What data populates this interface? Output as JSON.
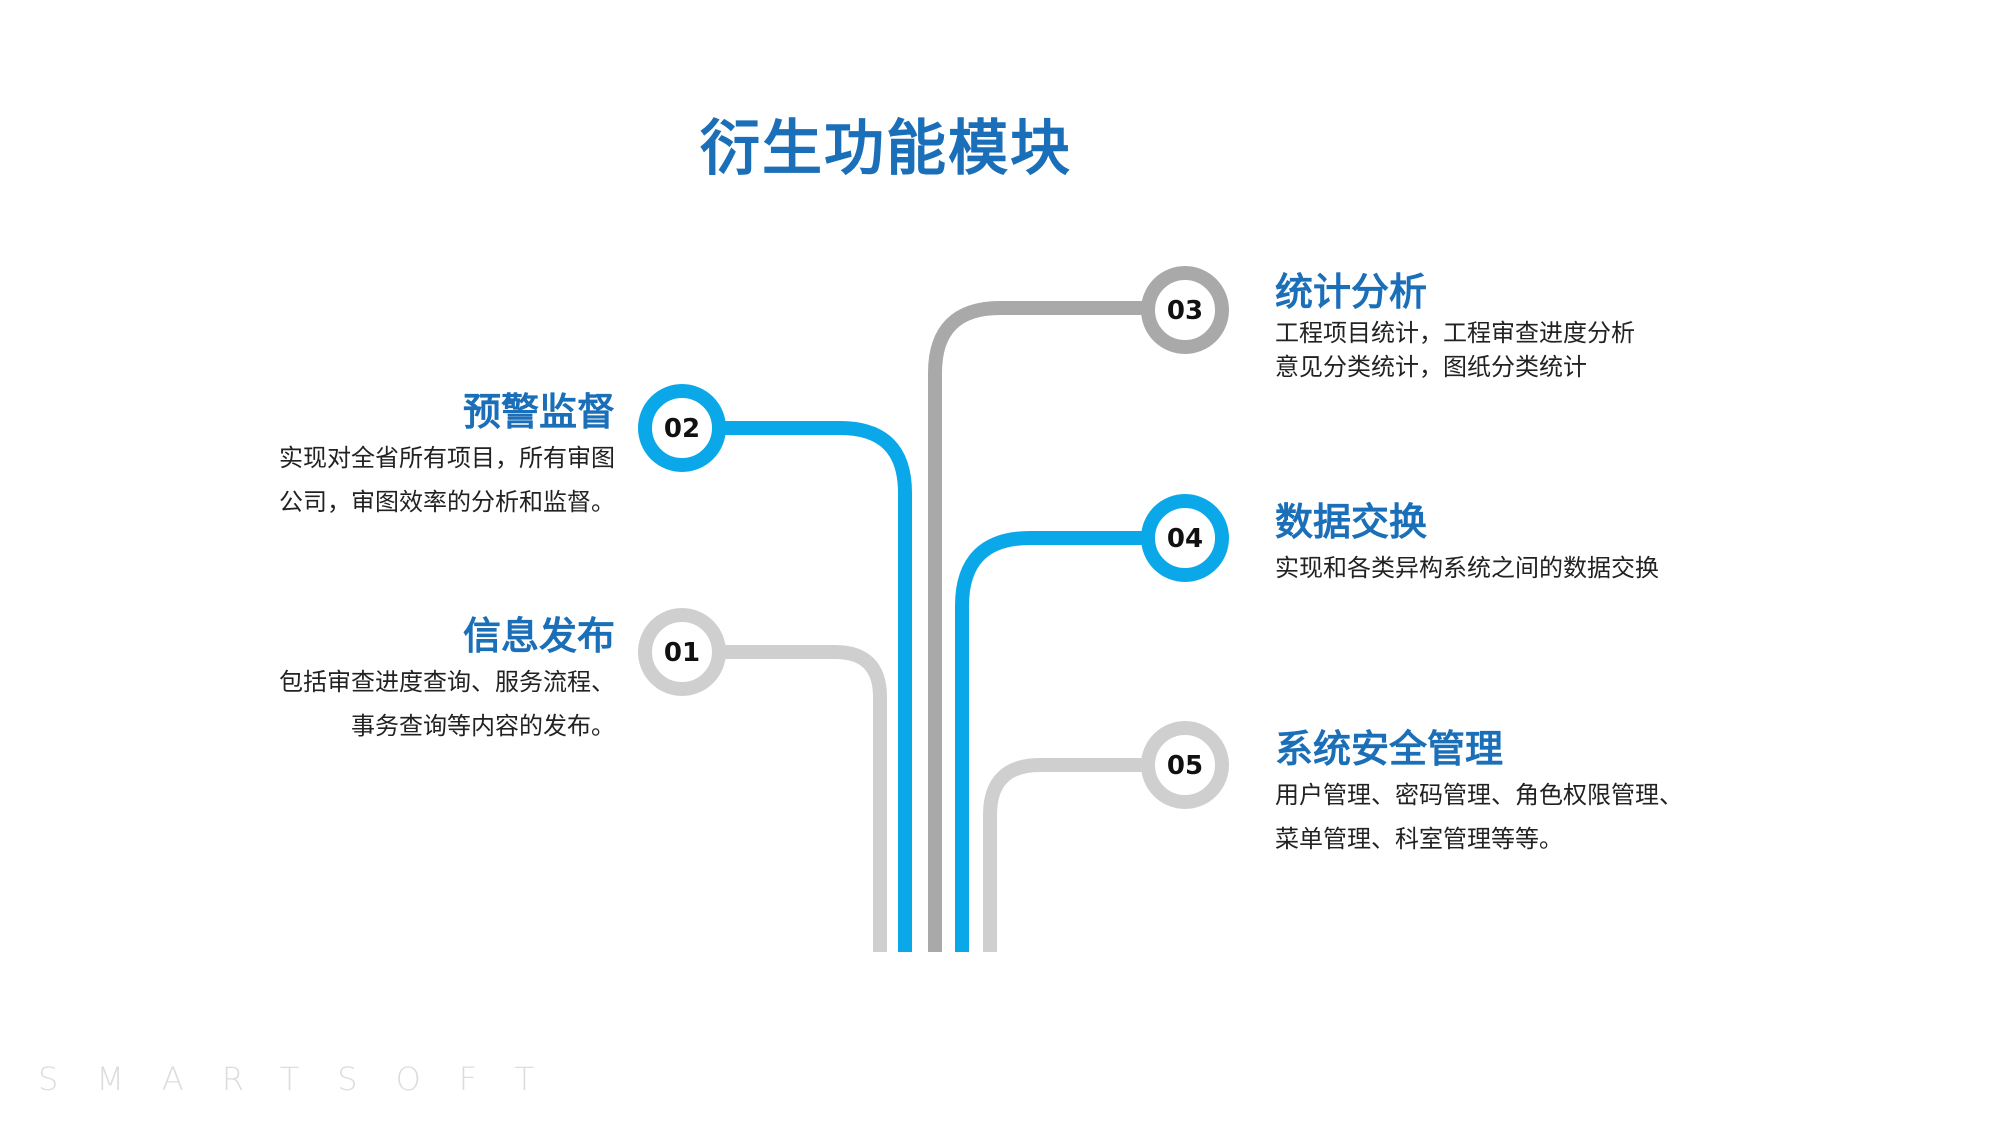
{
  "title": "衍生功能模块",
  "colors": {
    "accent": "#0aa8e8",
    "dark_gray": "#a9a9a9",
    "light_gray": "#cfcfcf",
    "heading": "#1a6fb8"
  },
  "nodes": [
    {
      "id": "01",
      "heading": "信息发布",
      "lines": [
        "包括审查进度查询、服务流程、",
        "事务查询等内容的发布。"
      ]
    },
    {
      "id": "02",
      "heading": "预警监督",
      "lines": [
        "实现对全省所有项目，所有审图",
        "公司，审图效率的分析和监督。"
      ]
    },
    {
      "id": "03",
      "heading": "统计分析",
      "lines": [
        "工程项目统计，工程审查进度分析",
        "意见分类统计，图纸分类统计"
      ]
    },
    {
      "id": "04",
      "heading": "数据交换",
      "lines": [
        "实现和各类异构系统之间的数据交换"
      ]
    },
    {
      "id": "05",
      "heading": "系统安全管理",
      "lines": [
        "用户管理、密码管理、角色权限管理、",
        "菜单管理、科室管理等等。"
      ]
    }
  ],
  "watermark": "SMARTSOFT"
}
